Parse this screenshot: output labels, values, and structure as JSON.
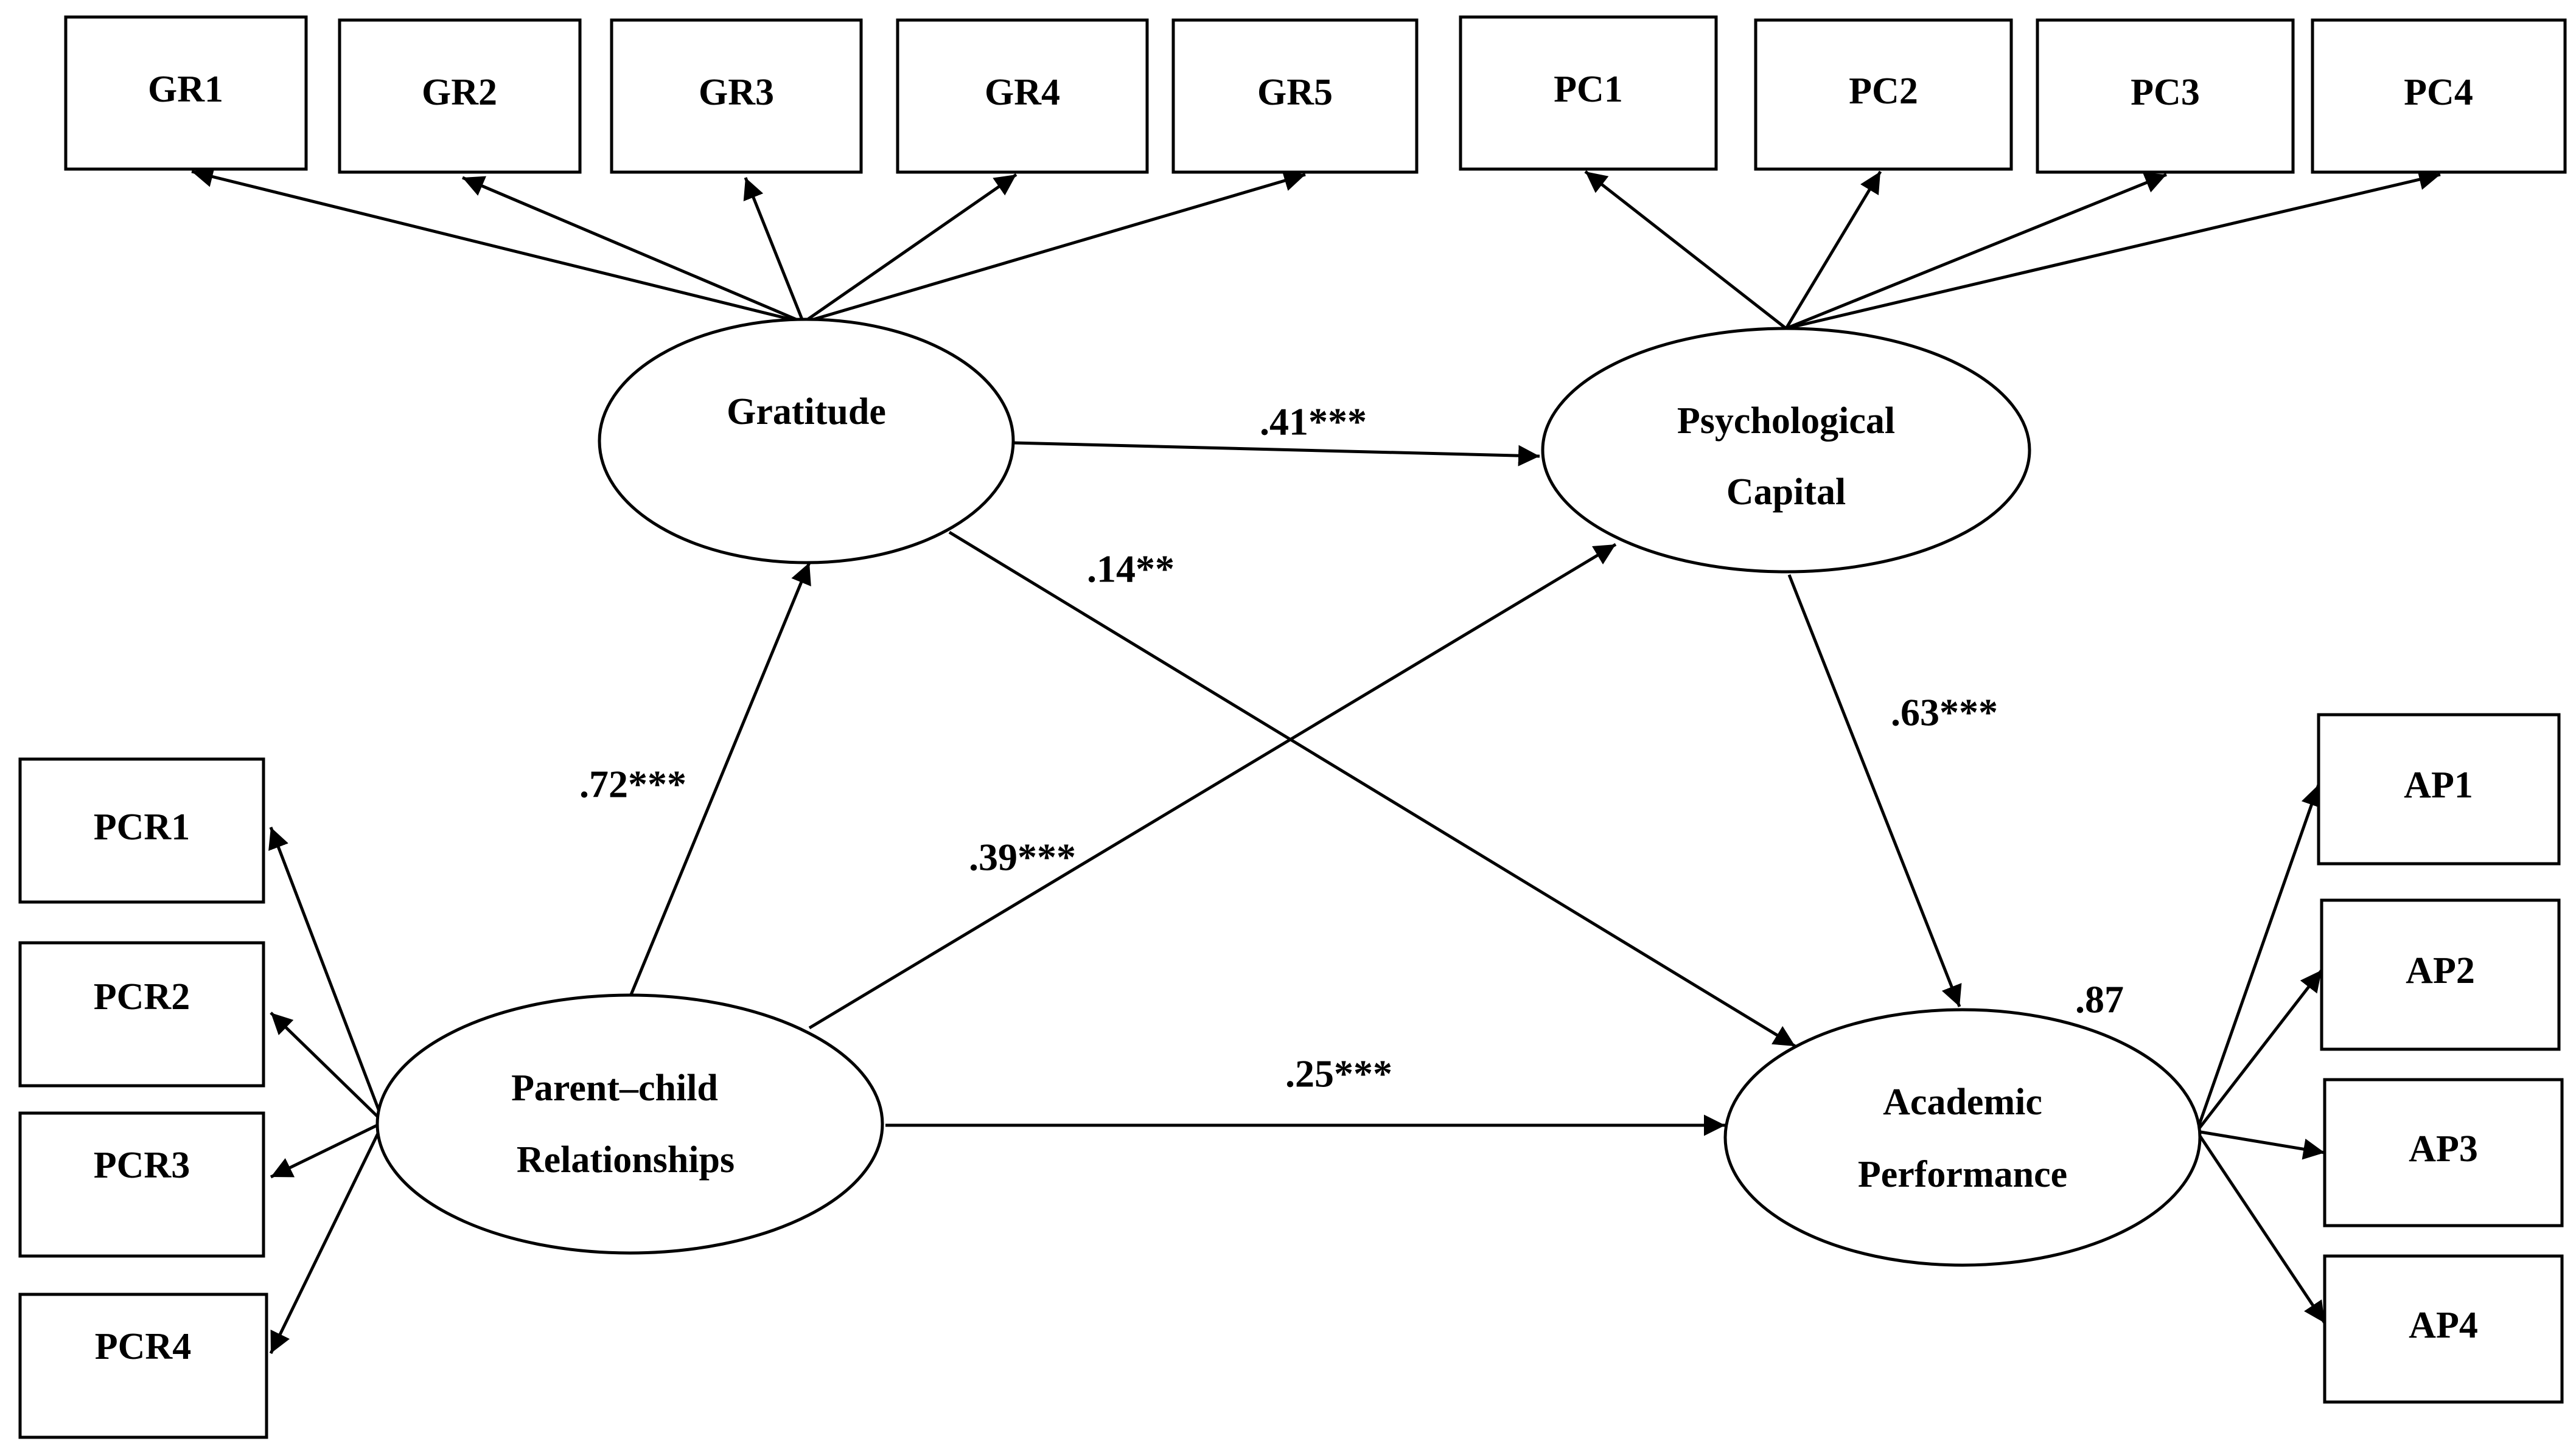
{
  "diagram": {
    "indicators": {
      "gratitude": [
        "GR1",
        "GR2",
        "GR3",
        "GR4",
        "GR5"
      ],
      "psychological_capital": [
        "PC1",
        "PC2",
        "PC3",
        "PC4"
      ],
      "parent_child": [
        "PCR1",
        "PCR2",
        "PCR3",
        "PCR4"
      ],
      "academic": [
        "AP1",
        "AP2",
        "AP3",
        "AP4"
      ]
    },
    "latents": {
      "gratitude": [
        "Gratitude"
      ],
      "psychological_capital": [
        "Psychological",
        "Capital"
      ],
      "parent_child": [
        "Parent–child",
        "Relationships"
      ],
      "academic": [
        "Academic",
        "Performance"
      ]
    },
    "paths": {
      "gr_to_pc": ".41***",
      "gr_to_ap": ".14**",
      "pc_to_ap": ".63***",
      "pcr_to_gr": ".72***",
      "pcr_to_pc": ".39***",
      "pcr_to_ap": ".25***"
    },
    "r_squared": {
      "academic": ".87"
    }
  }
}
